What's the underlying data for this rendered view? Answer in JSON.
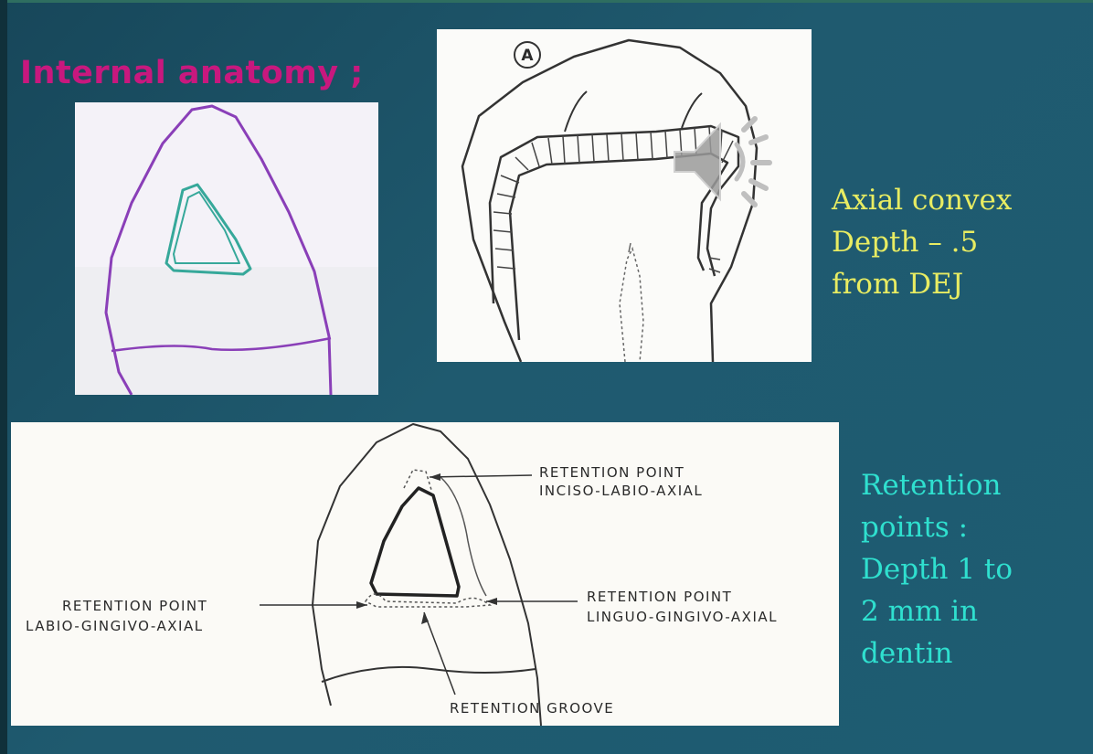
{
  "slide": {
    "title": "Internal anatomy ;",
    "caption_axial": [
      "Axial convex",
      "Depth – .5",
      "from DEJ"
    ],
    "caption_retention": [
      "Retention",
      "points :",
      "Depth 1 to",
      "2 mm in",
      "dentin"
    ]
  },
  "figure_a": {
    "label": "A"
  },
  "figure_bottom": {
    "labels": {
      "incisal_line1": "RETENTION POINT",
      "incisal_line2": "INCISO-LABIO-AXIAL",
      "labial_line1": "RETENTION POINT",
      "labial_line2": "LABIO-GINGIVO-AXIAL",
      "lingual_line1": "RETENTION POINT",
      "lingual_line2": "LINGUO-GINGIVO-AXIAL",
      "groove": "RETENTION GROOVE"
    }
  },
  "icons": {
    "audio": "speaker-icon"
  },
  "colors": {
    "title": "#c8187e",
    "caption_axial": "#e8ec62",
    "caption_retention": "#2fe0cf",
    "sketch_outline": "#8a3fb8",
    "sketch_inner": "#36a89a"
  }
}
